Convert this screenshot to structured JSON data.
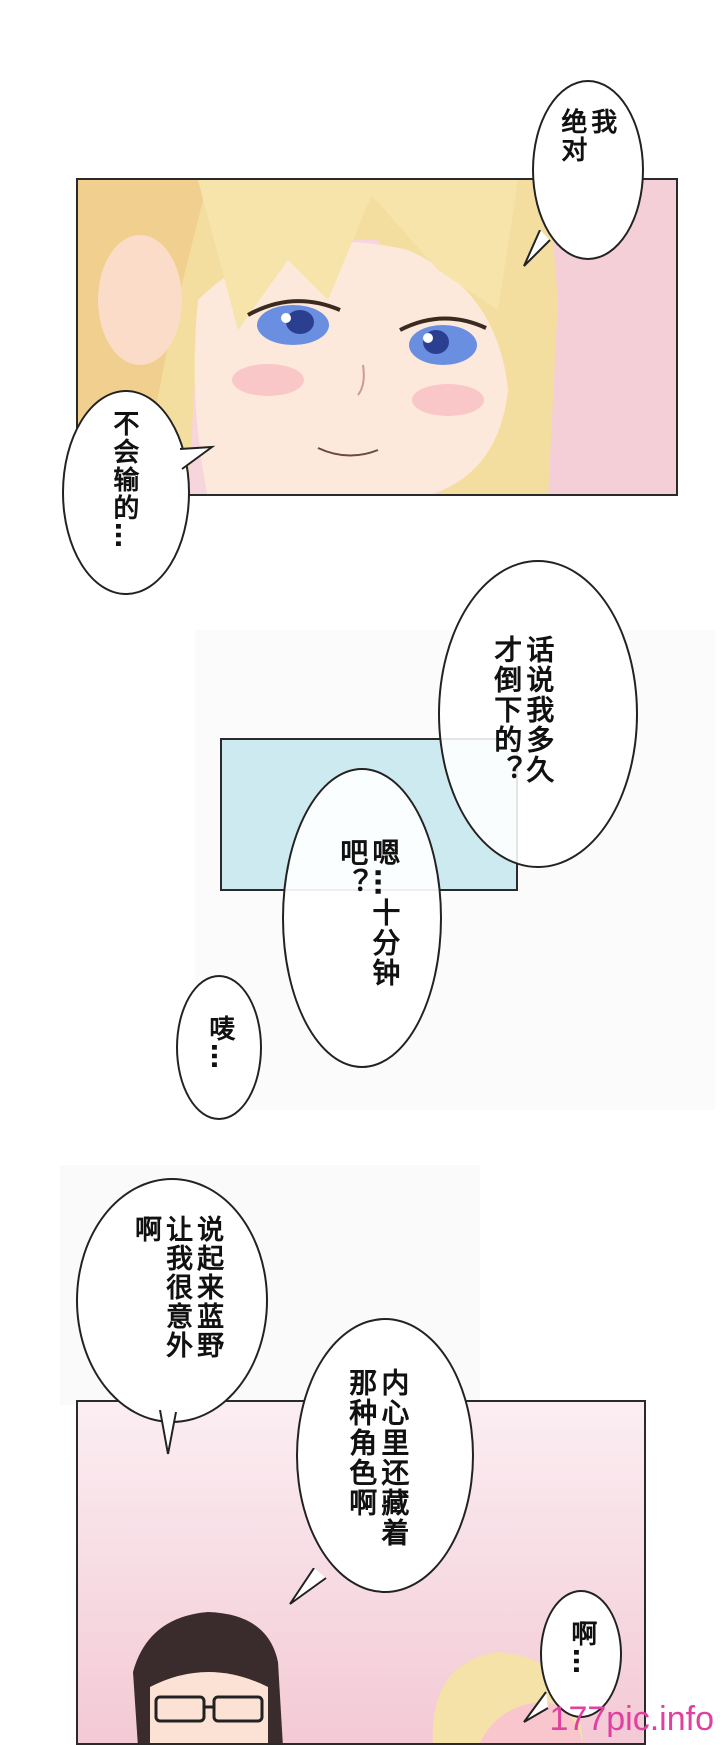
{
  "panel1": {
    "bubble_top": "我\n绝对",
    "bubble_left": "不会输的…"
  },
  "panel2": {
    "bubble_question": "话说我多久才倒下的？",
    "bubble_answer": "嗯…十分钟吧？",
    "bubble_small": "唛…"
  },
  "panel3": {
    "bubble_left": "说起来蓝野让我很意外啊",
    "bubble_center": "内心里还藏着那种角色啊",
    "bubble_right": "啊…"
  },
  "watermark": "177pic.info",
  "colors": {
    "panel1_bg": "#f7d9de",
    "hair": "#f3e0a0",
    "blue_panel": "#cdeaf1",
    "panel3_bg": "#f8e4ea",
    "watermark": "#e040a0"
  }
}
